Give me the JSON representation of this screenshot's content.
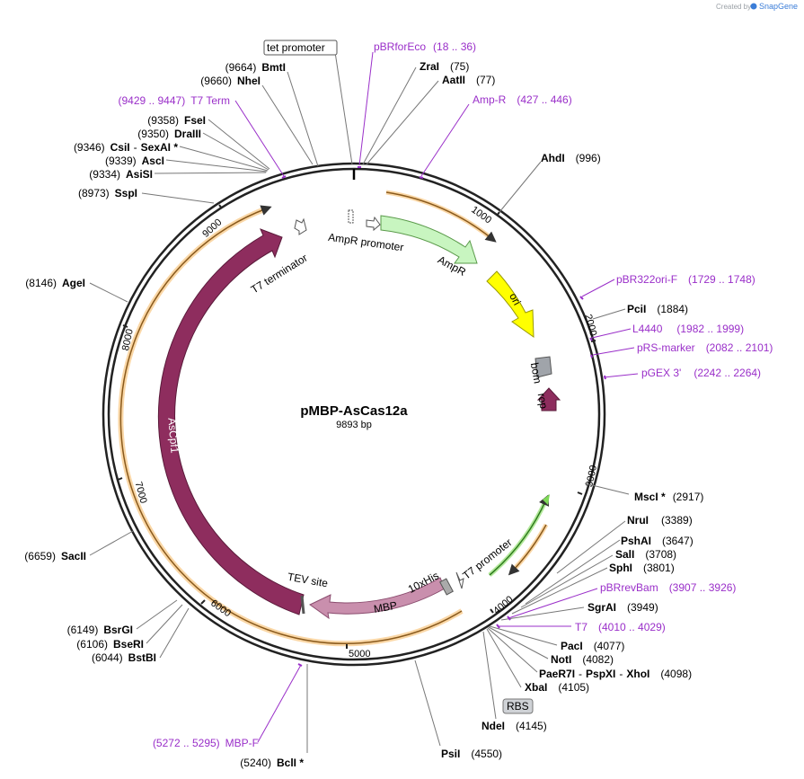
{
  "credit": {
    "prefix": "Created by",
    "brand": "SnapGene"
  },
  "plasmid": {
    "name": "pMBP-AsCas12a",
    "size": "9893 bp"
  },
  "site_labels": {
    "bmti": {
      "pos": "(9664)",
      "name": "BmtI"
    },
    "nhei": {
      "pos": "(9660)",
      "name": "NheI"
    },
    "fsei": {
      "pos": "(9358)",
      "name": "FseI"
    },
    "draiii": {
      "pos": "(9350)",
      "name": "DraIII"
    },
    "csii": {
      "pos": "(9346)",
      "name": "CsiI",
      "extra": "SexAI *"
    },
    "asci": {
      "pos": "(9339)",
      "name": "AscI"
    },
    "assi": {
      "pos": "(9334)",
      "name": "AsiSI"
    },
    "sspi": {
      "pos": "(8973)",
      "name": "SspI"
    },
    "agei": {
      "pos": "(8146)",
      "name": "AgeI"
    },
    "sacii": {
      "pos": "(6659)",
      "name": "SacII"
    },
    "bsrgi": {
      "pos": "(6149)",
      "name": "BsrGI"
    },
    "bseri": {
      "pos": "(6106)",
      "name": "BseRI"
    },
    "bstbi": {
      "pos": "(6044)",
      "name": "BstBI"
    },
    "bcli": {
      "pos": "(5240)",
      "name": "BclI *"
    },
    "psii": {
      "pos": "(4550)",
      "name": "PsiI"
    },
    "ndei": {
      "pos": "(4145)",
      "name": "NdeI"
    },
    "xbai": {
      "pos": "(4105)",
      "name": "XbaI"
    },
    "paer7i": {
      "pos": "(4098)",
      "name": "PaeR7I",
      "extra": "PspXI",
      "extra2": "XhoI"
    },
    "noti": {
      "pos": "(4082)",
      "name": "NotI"
    },
    "paci": {
      "pos": "(4077)",
      "name": "PacI"
    },
    "sgrai": {
      "pos": "(3949)",
      "name": "SgrAI"
    },
    "sphi": {
      "pos": "(3801)",
      "name": "SphI"
    },
    "sali": {
      "pos": "(3708)",
      "name": "SalI"
    },
    "pshai": {
      "pos": "(3647)",
      "name": "PshAI"
    },
    "frui": {
      "pos": "(3389)",
      "name": "NruI"
    },
    "msci": {
      "pos": "(2917)",
      "name": "MscI *"
    },
    "pcii": {
      "pos": "(1884)",
      "name": "PciI"
    },
    "ahdi": {
      "pos": "(996)",
      "name": "AhdI"
    },
    "aatii": {
      "pos": "(77)",
      "name": "AatII"
    },
    "zrai": {
      "pos": "(75)",
      "name": "ZraI"
    }
  },
  "primer_labels": {
    "t7term": {
      "range": "(9429 .. 9447)",
      "name": "T7 Term"
    },
    "pbrforeco": {
      "name": "pBRforEco",
      "range": "(18 .. 36)"
    },
    "ampr": {
      "name": "Amp-R",
      "range": "(427 .. 446)"
    },
    "pbr322ori": {
      "name": "pBR322ori-F",
      "range": "(1729 .. 1748)"
    },
    "l4440": {
      "name": "L4440",
      "range": "(1982 .. 1999)"
    },
    "prs": {
      "name": "pRS-marker",
      "range": "(2082 .. 2101)"
    },
    "pgex": {
      "name": "pGEX 3'",
      "range": "(2242 .. 2264)"
    },
    "pbrrevbam": {
      "name": "pBRrevBam",
      "range": "(3907 .. 3926)"
    },
    "t7": {
      "name": "T7",
      "range": "(4010 .. 4029)"
    },
    "mbpf": {
      "range": "(5272 .. 5295)",
      "name": "MBP-F"
    }
  },
  "boxed_labels": {
    "tet_promoter": "tet promoter",
    "rbs": "RBS"
  },
  "features": {
    "ampr_promoter": "AmpR promoter",
    "ampr": "AmpR",
    "ori": "ori",
    "bom": "bom",
    "rop": "rop",
    "t7_promoter": "T7 promoter",
    "his": "10xHis",
    "mbp": "MBP",
    "tev": "TEV site",
    "ascpf1": "AsCpf1",
    "t7_terminator": "T7 terminator"
  },
  "ticks": [
    "1000",
    "2000",
    "3000",
    "4000",
    "5000",
    "6000",
    "7000",
    "8000",
    "9000"
  ],
  "colors": {
    "primer": "#9a2fc9",
    "ampr": "#c8f5c0",
    "ori": "#ffff00",
    "ascpf1": "#8e2d5e",
    "mbp": "#c98fad",
    "orf": "#f5b75c",
    "rop": "#8e2d5e",
    "bom": "#a0a4aa",
    "backbone": "#222222",
    "leader": "#777777"
  }
}
